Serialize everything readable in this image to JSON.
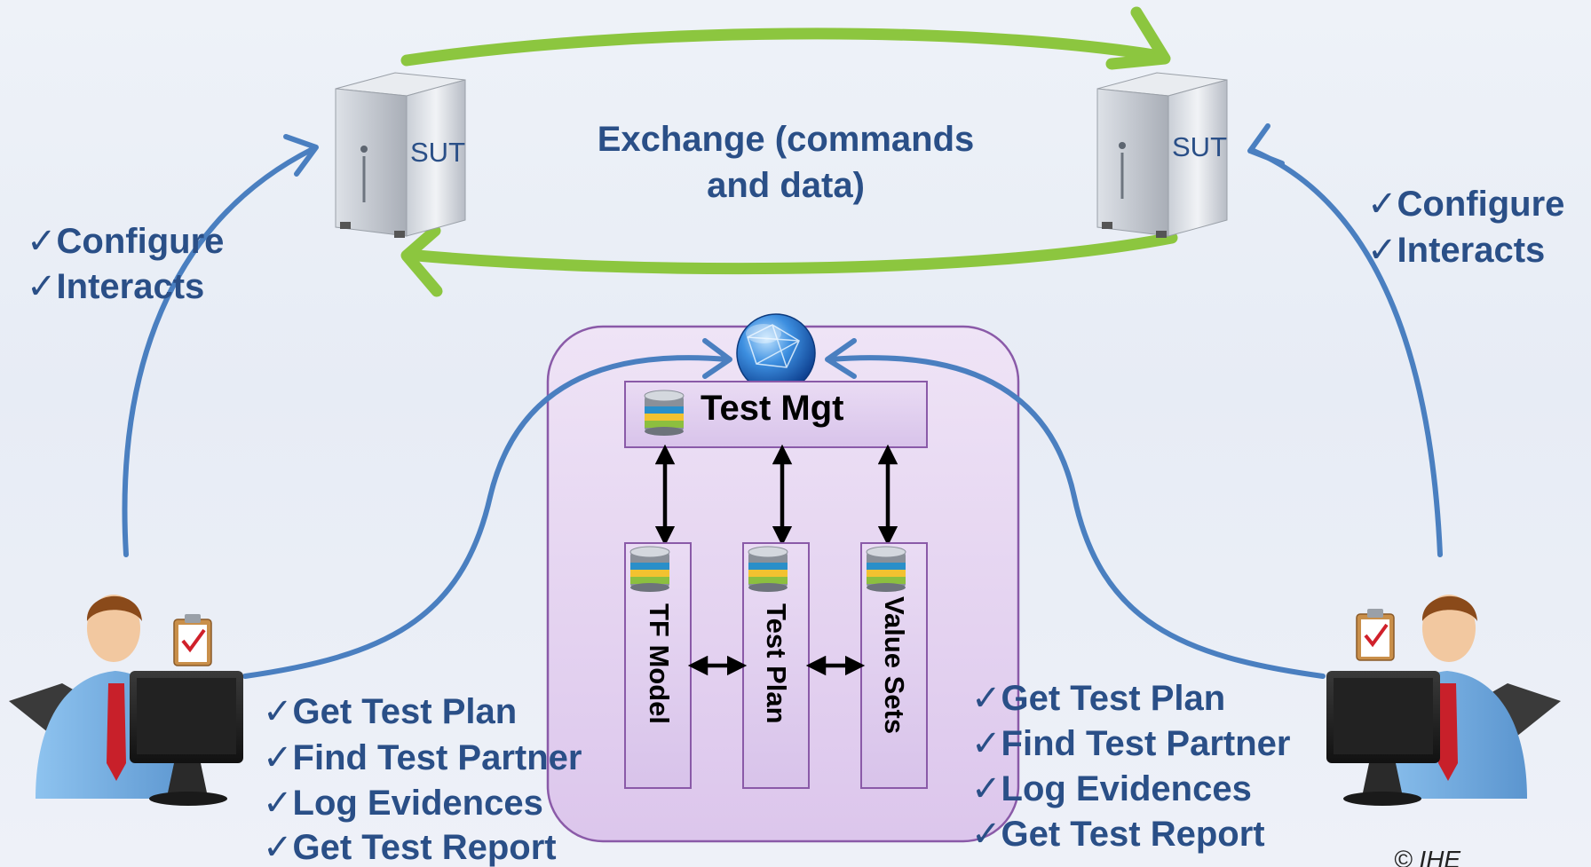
{
  "exchange_label": [
    "Exchange (commands",
    "and data)"
  ],
  "servers": {
    "left": {
      "label": "SUT"
    },
    "right": {
      "label": "SUT"
    }
  },
  "configure_left": [
    "✓Configure",
    "✓Interacts"
  ],
  "configure_right": [
    "✓Configure",
    "✓Interacts"
  ],
  "test_mgt": {
    "label": "Test Mgt"
  },
  "columns": [
    "TF Model",
    "Test Plan",
    "Value Sets"
  ],
  "actions_left": [
    "✓Get Test Plan",
    "✓Find Test Partner",
    "✓Log Evidences",
    "✓Get Test Report"
  ],
  "actions_right": [
    "✓Get Test Plan",
    "✓Find Test Partner",
    "✓Log Evidences",
    "✓Get Test Report"
  ],
  "copyright": "© IHE",
  "colors": {
    "green_arrow": "#8cc63f",
    "blue_arrow": "#4a7fc0",
    "label_blue": "#2a4f87",
    "panel_fill": "#e5d5f0",
    "panel_stroke": "#8a5aa8"
  },
  "icons": [
    "server-icon",
    "globe-icon",
    "database-icon",
    "user-at-computer-icon",
    "clipboard-checklist-icon"
  ]
}
